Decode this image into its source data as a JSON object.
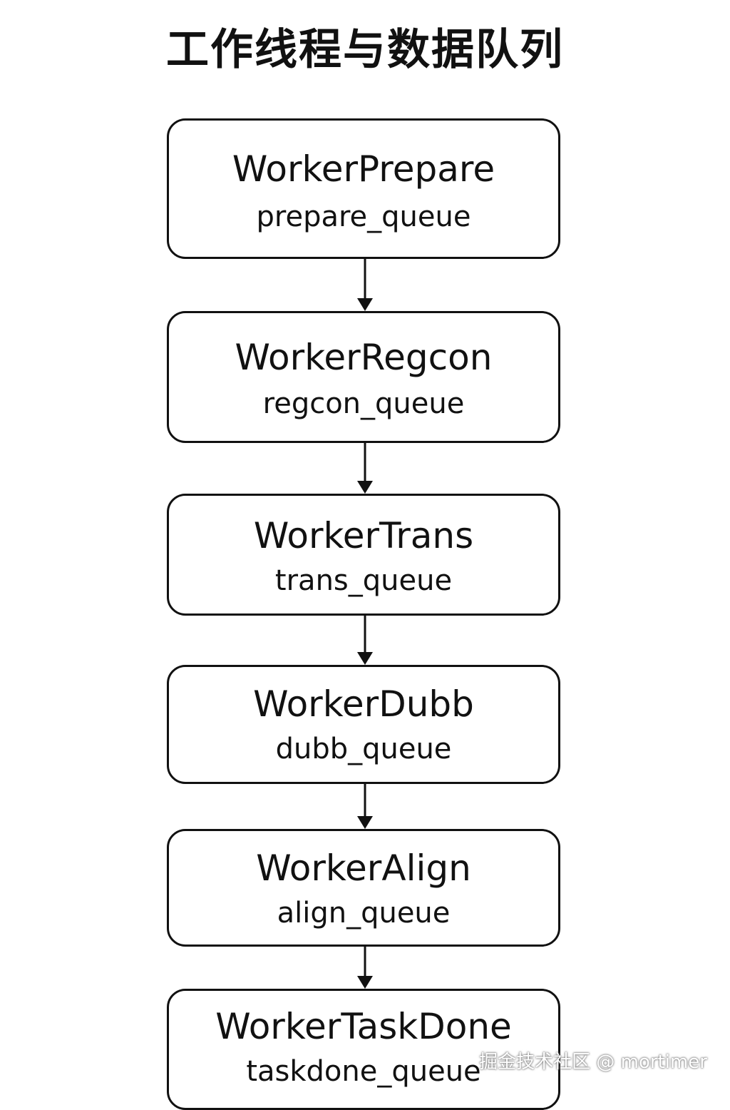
{
  "title": "工作线程与数据队列",
  "nodes": [
    {
      "name": "WorkerPrepare",
      "queue": "prepare_queue"
    },
    {
      "name": "WorkerRegcon",
      "queue": "regcon_queue"
    },
    {
      "name": "WorkerTrans",
      "queue": "trans_queue"
    },
    {
      "name": "WorkerDubb",
      "queue": "dubb_queue"
    },
    {
      "name": "WorkerAlign",
      "queue": "align_queue"
    },
    {
      "name": "WorkerTaskDone",
      "queue": "taskdone_queue"
    }
  ],
  "watermark": "掘金技术社区 @ mortimer",
  "colors": {
    "stroke": "#111111",
    "background": "#ffffff"
  }
}
